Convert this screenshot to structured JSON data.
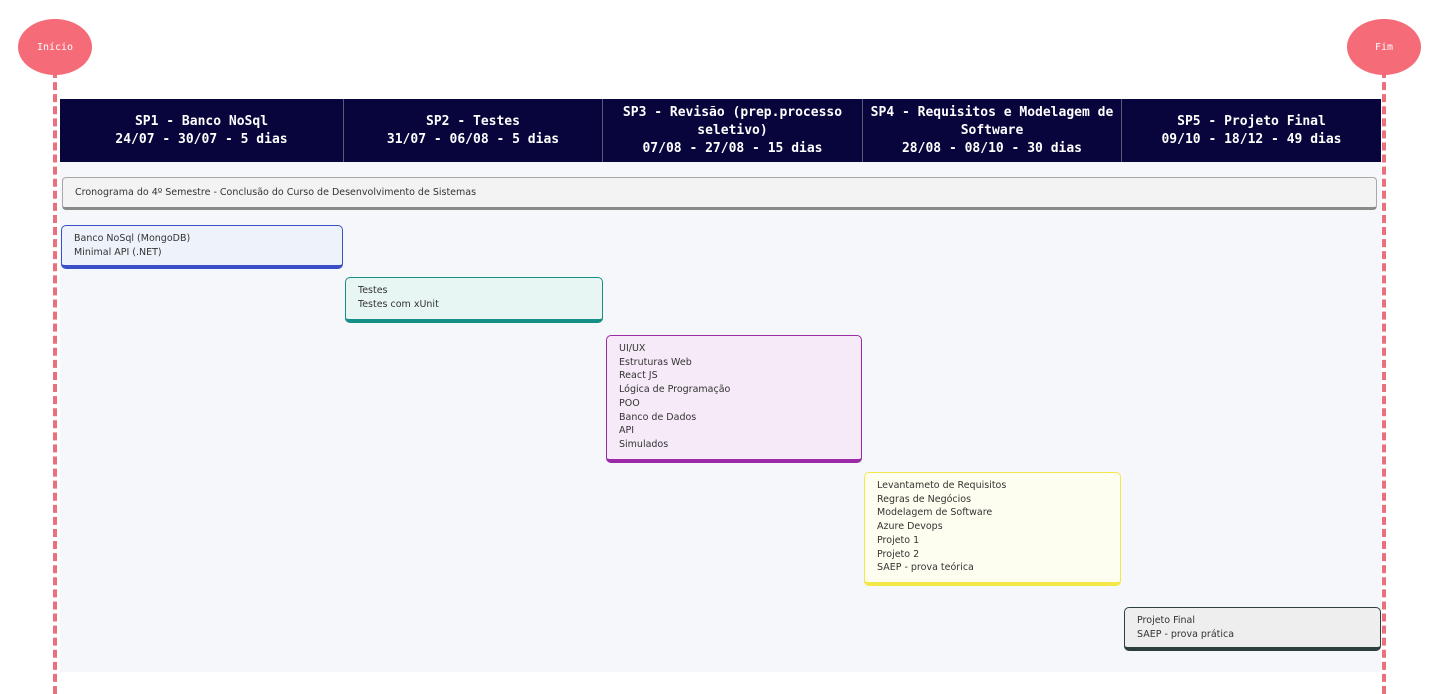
{
  "milestones": {
    "start": "Início",
    "end": "Fim"
  },
  "sprints": [
    {
      "line1": "SP1 - Banco NoSql",
      "line2": "24/07 - 30/07 - 5 dias"
    },
    {
      "line1": "SP2 - Testes",
      "line2": "31/07 - 06/08 - 5 dias"
    },
    {
      "line1": "SP3 - Revisão (prep.processo seletivo)",
      "line2": "07/08 - 27/08 - 15 dias"
    },
    {
      "line1": "SP4 - Requisitos e Modelagem de Software",
      "line2": "28/08 - 08/10 - 30 dias"
    },
    {
      "line1": "SP5 - Projeto Final",
      "line2": "09/10 - 18/12 - 49 dias"
    }
  ],
  "banner": "Cronograma do 4º Semestre - Conclusão do Curso de Desenvolvimento de Sistemas",
  "cards": [
    {
      "items": [
        "Banco NoSql (MongoDB)",
        "Minimal API (.NET)"
      ]
    },
    {
      "items": [
        "Testes",
        "Testes com xUnit"
      ]
    },
    {
      "items": [
        "UI/UX",
        "Estruturas Web",
        "React JS",
        "Lógica de Programação",
        "POO",
        "Banco de Dados",
        "API",
        "Simulados"
      ]
    },
    {
      "items": [
        "Levantameto de Requisitos",
        "Regras de Negócios",
        "Modelagem de Software",
        "Azure Devops",
        "Projeto 1",
        "Projeto 2",
        "SAEP - prova teórica"
      ]
    },
    {
      "items": [
        "Projeto Final",
        "SAEP - prova prática"
      ]
    }
  ],
  "colors": {
    "header_bg": "#07053b",
    "milestone": "#f56b78",
    "card_borders": [
      "#3b50c8",
      "#169086",
      "#9a2aa6",
      "#f2e84a",
      "#2b3f3f"
    ]
  }
}
